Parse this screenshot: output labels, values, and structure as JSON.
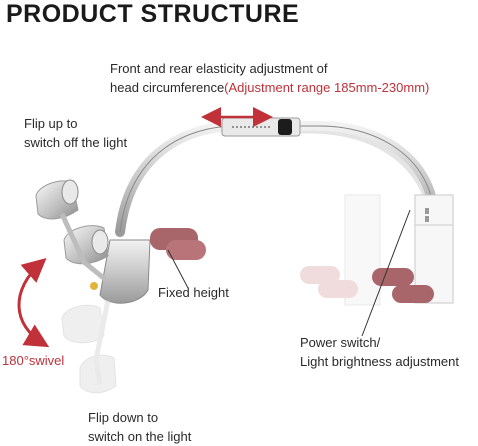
{
  "title": "PRODUCT STRUCTURE",
  "annotations": {
    "circumference_line1": "Front and rear elasticity adjustment of",
    "circumference_line2": "head circumference",
    "circumference_range": "(Adjustment range 185mm-230mm)",
    "flip_up_line1": "Flip up to",
    "flip_up_line2": "switch off the light",
    "fixed_height": "Fixed height",
    "swivel": "180°swivel",
    "power_line1": "Power switch/",
    "power_line2": "Light brightness adjustment",
    "flip_down_line1": "Flip down to",
    "flip_down_line2": "switch on the light"
  },
  "colors": {
    "accent": "#c0313a",
    "pad": "#a9666a",
    "pad_light": "#e5c1c3"
  }
}
